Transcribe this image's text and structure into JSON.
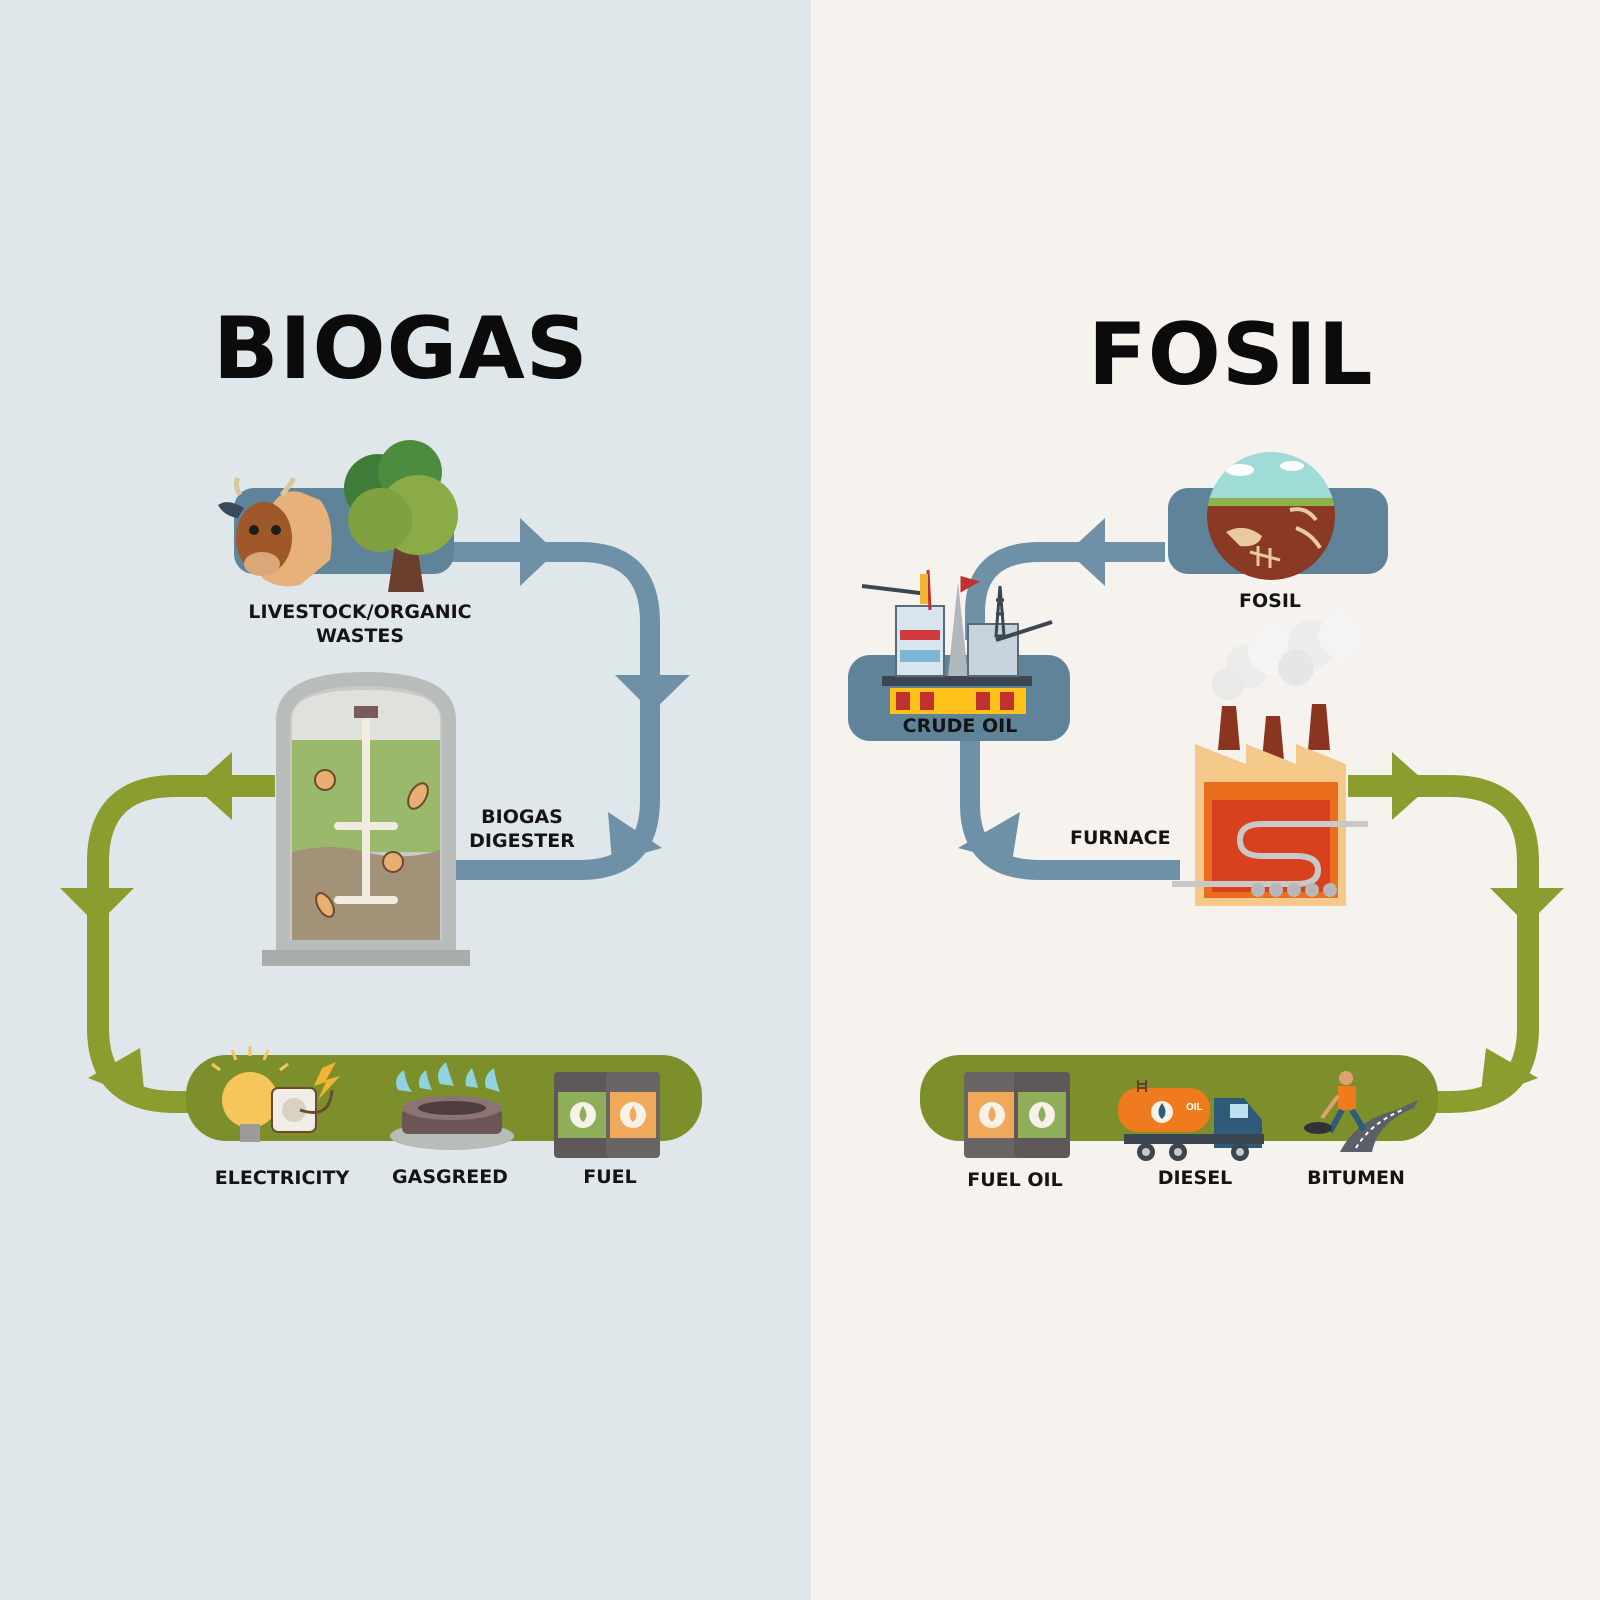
{
  "colors": {
    "left_background": "#e0e7eb",
    "right_background": "#f6f2ed",
    "blue_flow": "#6f91a8",
    "green_flow": "#8b9d2f",
    "blue_box": "#5f8399",
    "green_box": "#7d8f2a"
  },
  "biogas": {
    "title": "BIOGAS",
    "source_label_line1": "LIVESTOCK/ORGANIC",
    "source_label_line2": "WASTES",
    "digester_label_line1": "BIOGAS",
    "digester_label_line2": "DIGESTER",
    "products": [
      "ELECTRICITY",
      "GASGREED",
      "FUEL"
    ]
  },
  "fosil": {
    "title": "FOSIL",
    "source_label": "FOSIL",
    "crude_label": "CRUDE OIL",
    "furnace_label": "FURNACE",
    "products": [
      "FUEL OIL",
      "DIESEL",
      "BITUMEN"
    ],
    "oil_tag": "OIL"
  }
}
